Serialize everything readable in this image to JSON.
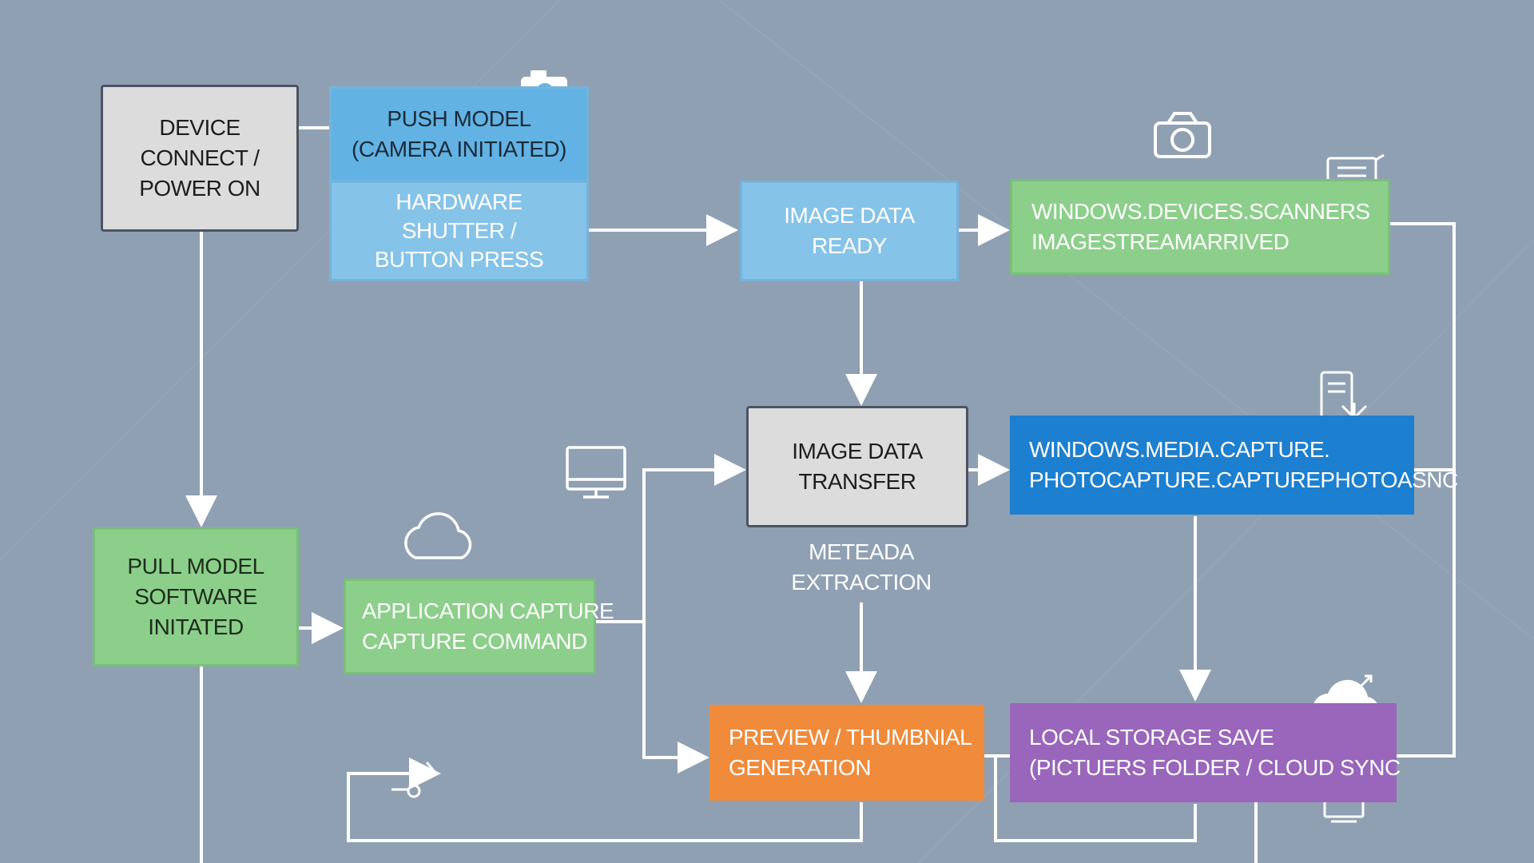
{
  "nodes": {
    "device_connect": [
      "DEVICE",
      "CONNECT /",
      "POWER ON"
    ],
    "push_model": [
      "PUSH MODEL",
      "(CAMERA INITIATED)"
    ],
    "hardware_shutter": [
      "HARDWARE",
      "SHUTTER /",
      "BUTTON PRESS"
    ],
    "image_data_ready": [
      "IMAGE DATA",
      "READY"
    ],
    "scanners_event": [
      "WINDOWS.DEVICES.SCANNERS",
      "IMAGESTREAMARRIVED"
    ],
    "image_data_transfer": [
      "IMAGE DATA",
      "TRANSFER"
    ],
    "media_capture": [
      "WINDOWS.MEDIA.CAPTURE.",
      "PHOTOCAPTURE.CAPTUREPHOTOASNC"
    ],
    "metadata_extraction": [
      "METEADA",
      "EXTRACTION"
    ],
    "pull_model": [
      "PULL MODEL",
      "SOFTWARE",
      "INITATED"
    ],
    "application_capture": [
      "APPLICATION CAPTURE",
      "CAPTURE COMMAND"
    ],
    "preview_thumbnail": [
      "PREVIEW / THUMBNIAL",
      "GENERATION"
    ],
    "local_storage": [
      "LOCAL STORAGE SAVE",
      "(PICTUERS FOLDER / CLOUD SYNC"
    ]
  },
  "icons": [
    "camera-icon",
    "camera-outline-icon",
    "monitor-icon",
    "monitor-small-icon",
    "device-sync-icon",
    "cloud-icon",
    "cloud-filled-icon",
    "login-arrow-icon"
  ],
  "colors": {
    "background": "#8fa0b3",
    "gray": "#dcdcdc",
    "blue_light": "#86c3e8",
    "green": "#8ccf8a",
    "blue_dark": "#1d7fcf",
    "orange": "#ef8b3a",
    "purple": "#9966bb",
    "connector": "#ffffff"
  }
}
